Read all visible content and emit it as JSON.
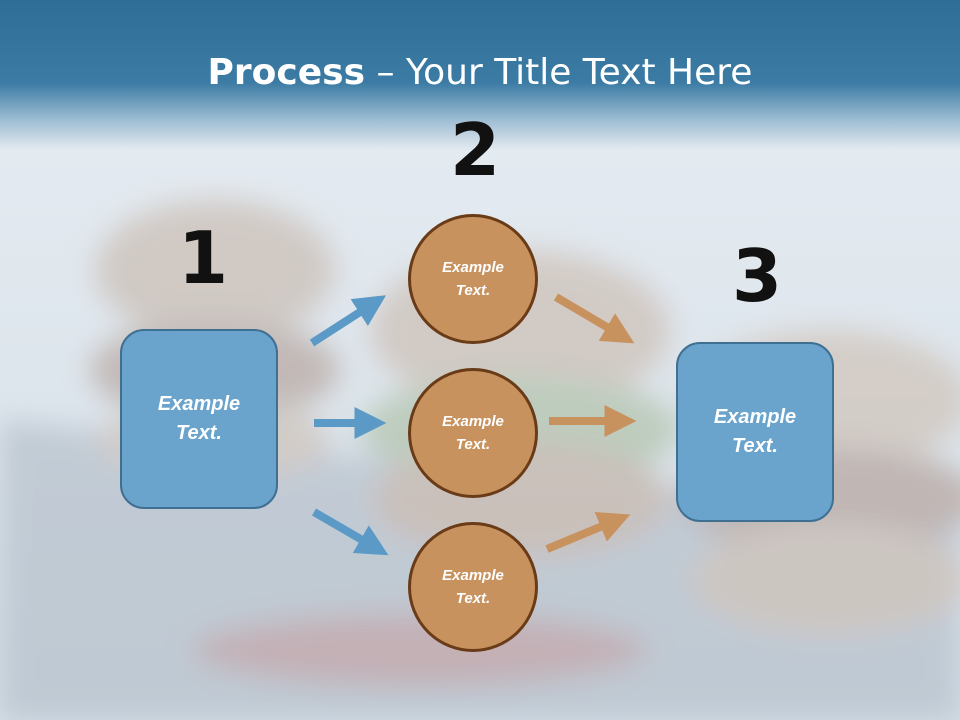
{
  "header": {
    "title_bold": "Process",
    "title_rest": " – Your Title Text Here"
  },
  "steps": {
    "one": "1",
    "two": "2",
    "three": "3"
  },
  "boxes": {
    "left": [
      "Example",
      "Text."
    ],
    "right": [
      "Example",
      "Text."
    ]
  },
  "circles": [
    [
      "Example",
      "Text."
    ],
    [
      "Example",
      "Text."
    ],
    [
      "Example",
      "Text."
    ]
  ],
  "colors": {
    "header": "#3b7ba4",
    "box_fill": "#6aa3cc",
    "circle_fill": "#c8925f",
    "blue_arrow": "#5b9ac6",
    "orange_arrow": "#c8925f"
  }
}
